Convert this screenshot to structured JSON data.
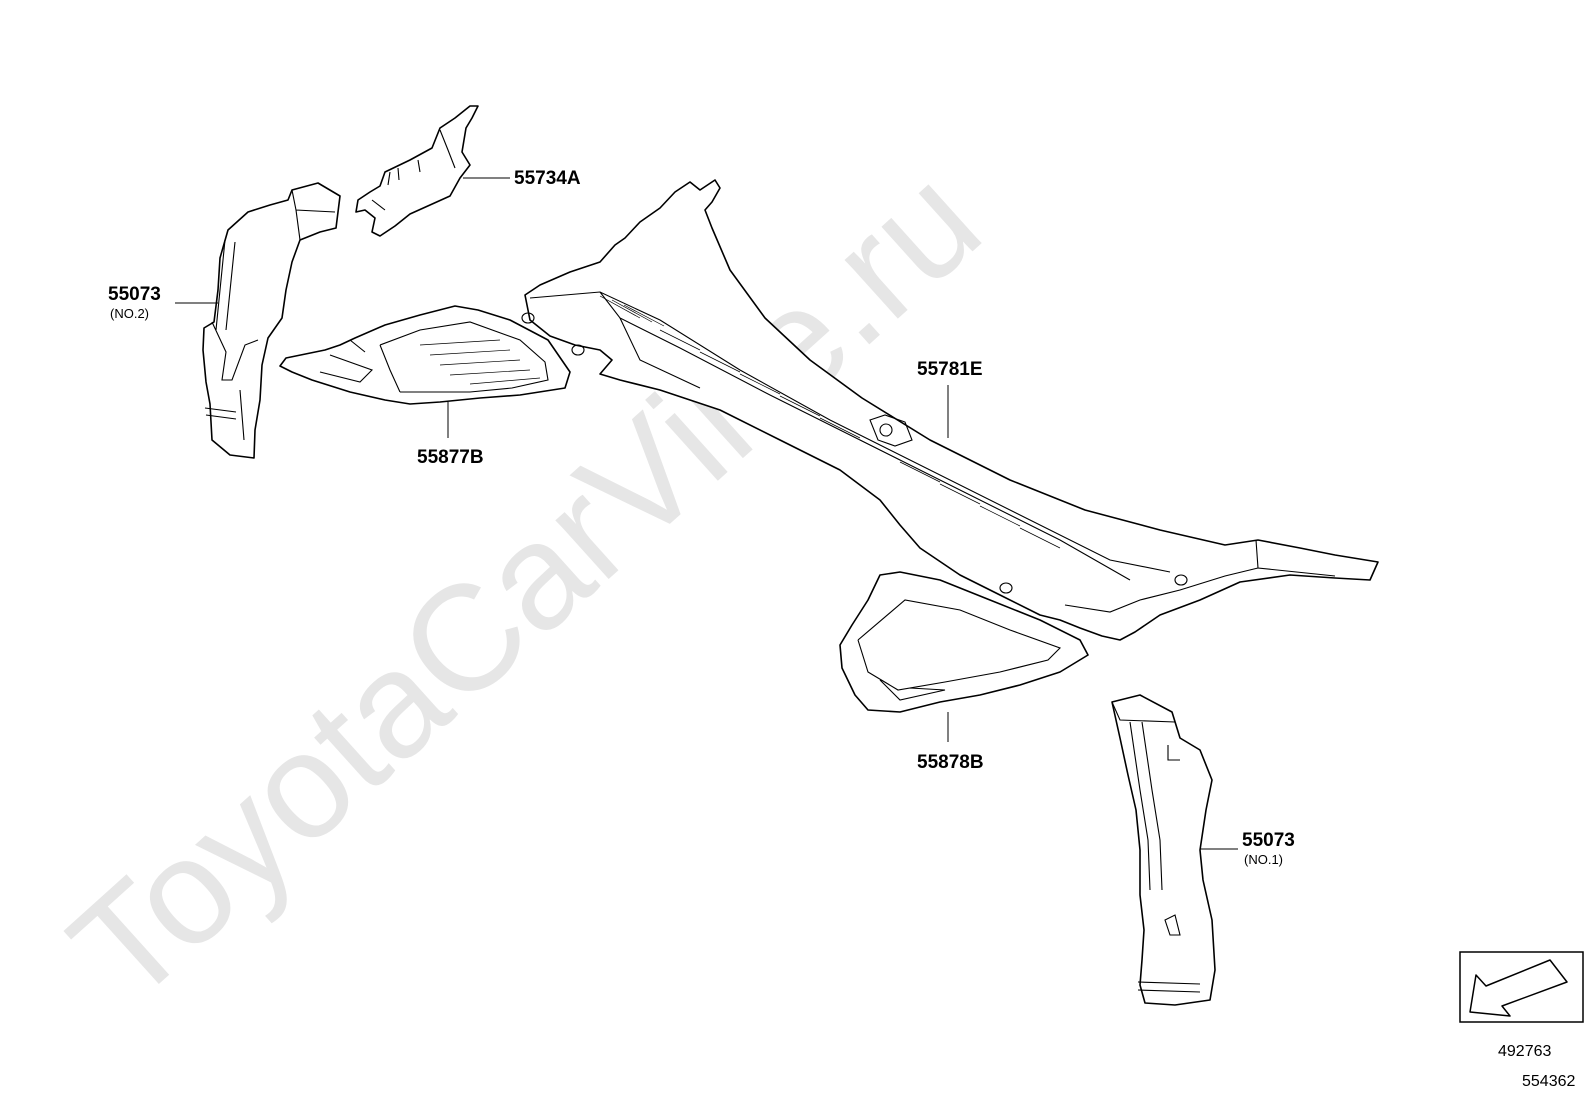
{
  "watermark": "ToyotaCarVine.ru",
  "parts": [
    {
      "id": "55734A",
      "label": "55734A",
      "note": ""
    },
    {
      "id": "55073-no2",
      "label": "55073",
      "note": "(NO.2)"
    },
    {
      "id": "55877B",
      "label": "55877B",
      "note": ""
    },
    {
      "id": "55781E",
      "label": "55781E",
      "note": ""
    },
    {
      "id": "55878B",
      "label": "55878B",
      "note": ""
    },
    {
      "id": "55073-no1",
      "label": "55073",
      "note": "(NO.1)"
    }
  ],
  "references": {
    "code1": "492763",
    "code2": "554362"
  },
  "direction_icon": "arrow-front-icon"
}
